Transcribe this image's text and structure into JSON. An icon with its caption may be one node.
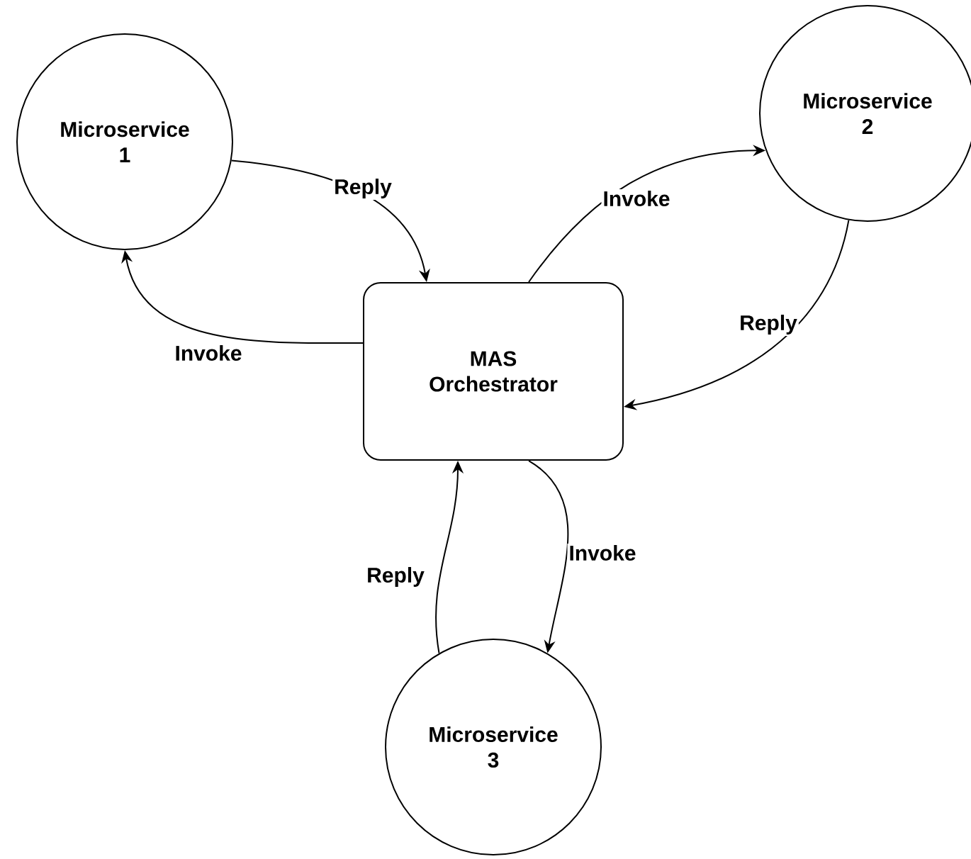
{
  "diagram": {
    "nodes": [
      {
        "text": [
          "Microservice 1"
        ]
      },
      {
        "text": [
          "Microservice 2"
        ]
      },
      {
        "text": [
          "MAS Orchestrator"
        ]
      },
      {
        "text": [
          "Microservice 3"
        ]
      }
    ],
    "edges": [
      {
        "from": 0,
        "to": 2,
        "arrow": "to",
        "label": "Reply"
      },
      {
        "from": 2,
        "to": 0,
        "arrow": "to",
        "label": "Invoke"
      },
      {
        "from": 2,
        "to": 1,
        "arrow": "to",
        "label": "Invoke"
      },
      {
        "from": 1,
        "to": 2,
        "arrow": "to",
        "label": "Reply"
      },
      {
        "from": 2,
        "to": 3,
        "arrow": "to",
        "label": "Invoke"
      },
      {
        "from": 3,
        "to": 2,
        "arrow": "to",
        "label": "Reply"
      }
    ]
  }
}
